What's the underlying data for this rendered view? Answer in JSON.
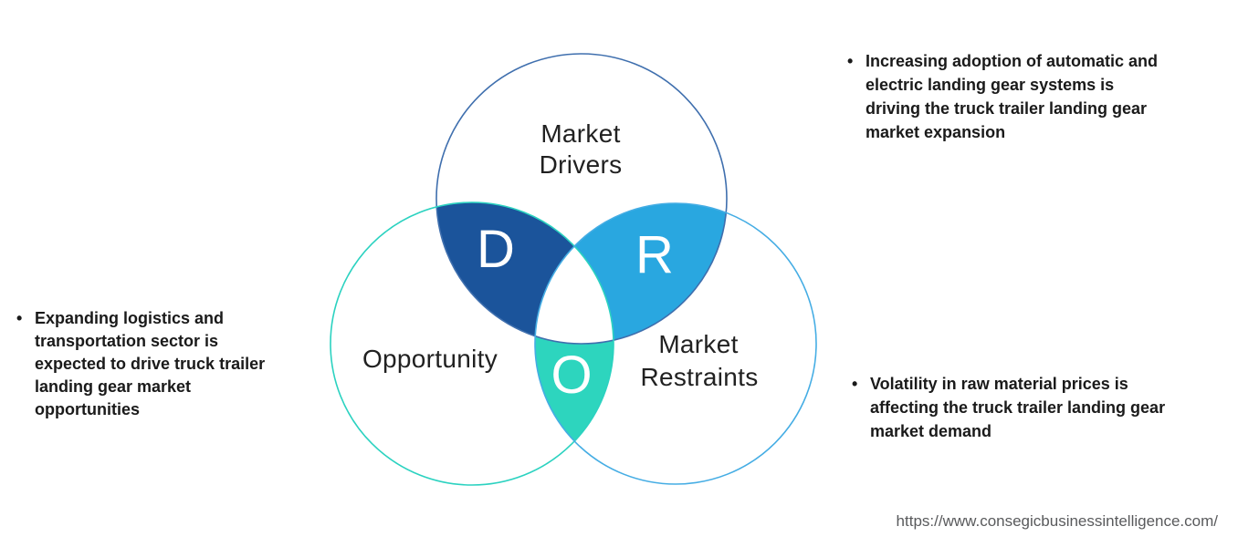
{
  "venn": {
    "drivers": {
      "line1": "Market",
      "line2": "Drivers",
      "stroke": "#3F6FAE"
    },
    "opportunity": {
      "label": "Opportunity",
      "stroke": "#2BD2C0"
    },
    "restraints": {
      "line1": "Market",
      "line2": "Restraints",
      "stroke": "#45ADE4"
    },
    "regions": {
      "d": {
        "letter": "D",
        "fill": "#1B549B"
      },
      "r": {
        "letter": "R",
        "fill": "#29A7E0"
      },
      "o": {
        "letter": "O",
        "fill": "#2DD5BE"
      }
    },
    "center_fill": "#ffffff",
    "letter_color": "#ffffff",
    "label_color": "#212121"
  },
  "bullets": {
    "marker": "•",
    "text_color": "#1a1a1a",
    "left": {
      "text": "Expanding logistics and\ntransportation sector is\nexpected to drive truck trailer\nlanding gear market\nopportunities"
    },
    "top_right": {
      "text": "Increasing adoption of automatic and\nelectric landing gear systems is\ndriving the truck trailer landing gear\nmarket expansion"
    },
    "bottom_right": {
      "text": "Volatility in raw material prices is\naffecting the truck trailer landing gear\nmarket demand"
    }
  },
  "footer": {
    "url": "https://www.consegicbusinessintelligence.com/",
    "color": "#595A5C"
  }
}
